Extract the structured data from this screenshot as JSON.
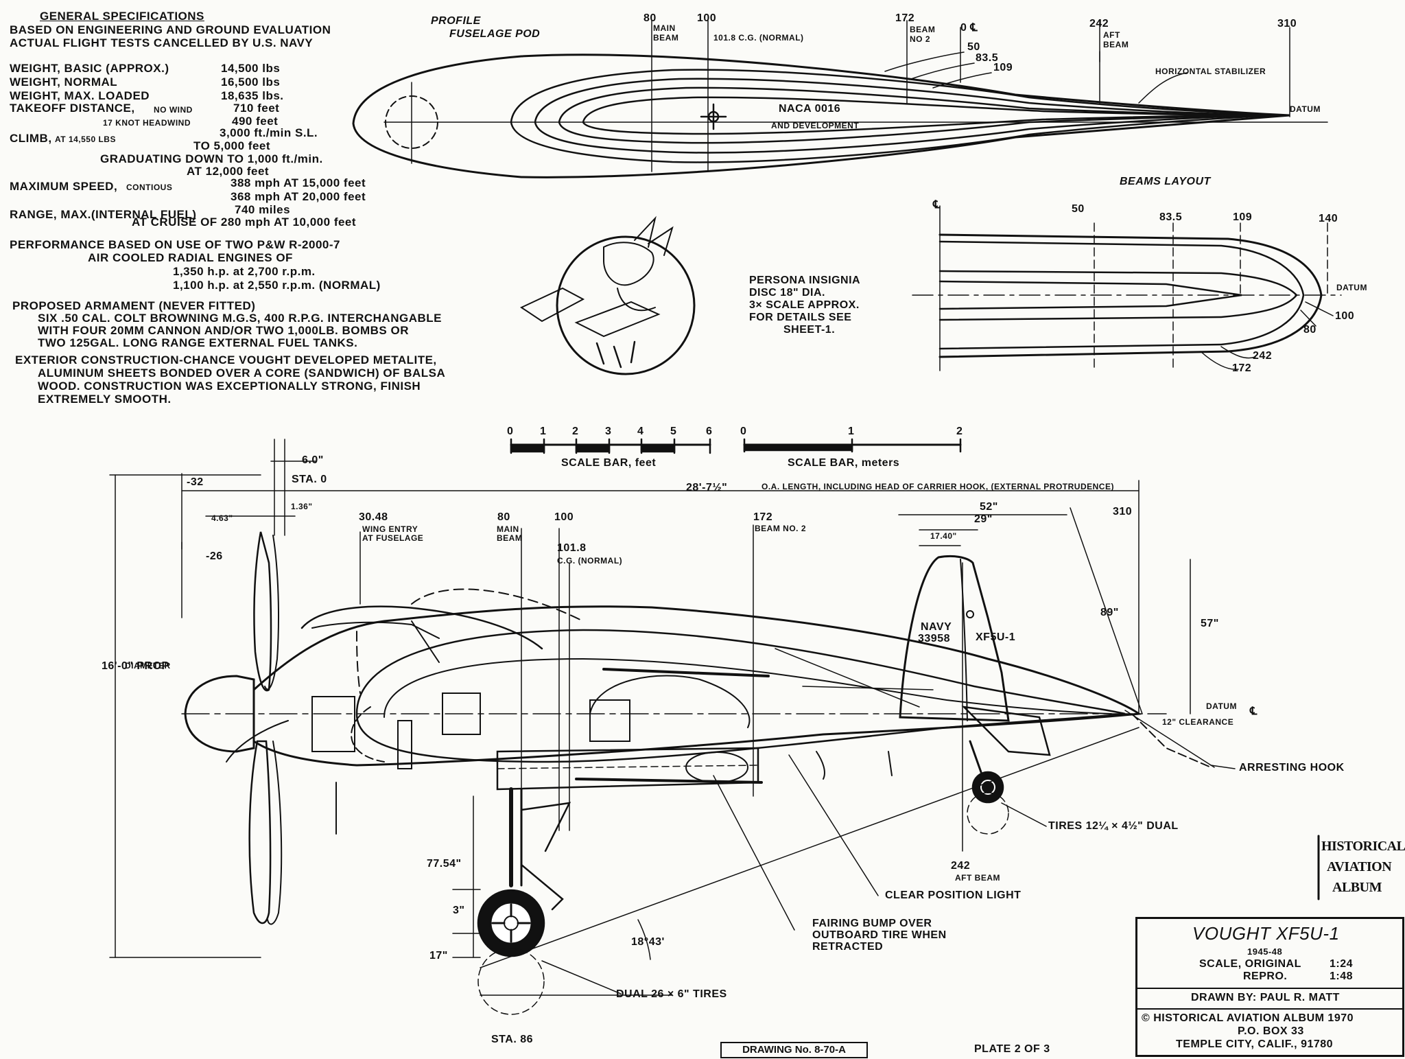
{
  "specs": {
    "heading": "GENERAL SPECIFICATIONS",
    "intro": [
      "BASED ON ENGINEERING AND GROUND EVALUATION",
      "ACTUAL FLIGHT TESTS CANCELLED BY U.S. NAVY"
    ],
    "weight_basic": {
      "label": "WEIGHT, BASIC (Approx.)",
      "value": "14,500 lbs"
    },
    "weight_normal": {
      "label": "WEIGHT, NORMAL",
      "value": "16,500 lbs"
    },
    "weight_max": {
      "label": "WEIGHT, MAX. LOADED",
      "value": "18,635 lbs."
    },
    "takeoff": {
      "label": "TAKEOFF DISTANCE,",
      "note": "NO WIND",
      "value": "710 feet"
    },
    "takeoff_headwind": {
      "note": "17 KNOT HEADWIND",
      "value": "490 feet"
    },
    "climb": {
      "label": "CLIMB,",
      "note": "AT 14,550 lbs",
      "value": "3,000 ft./min S.L."
    },
    "climb_lines": [
      "TO 5,000 feet",
      "GRADUATING DOWN TO 1,000 ft./min.",
      "AT 12,000 feet"
    ],
    "max_speed": {
      "label": "MAXIMUM SPEED,",
      "note": "CONTIOUS",
      "values": [
        "388 mph AT 15,000 feet",
        "368 mph AT 20,000 feet"
      ]
    },
    "range": {
      "label": "RANGE, MAX.(INTERNAL FUEL)",
      "value": "740 miles",
      "line2": "AT CRUISE OF 280 mph AT 10,000 feet"
    },
    "performance": [
      "PERFORMANCE BASED ON USE OF TWO P&W R-2000-7",
      "AIR COOLED RADIAL ENGINES OF",
      "1,350 h.p. at 2,700 r.p.m.",
      "1,100 h.p. at 2,550 r.p.m. (NORMAL)"
    ],
    "armament": [
      "PROPOSED ARMAMENT (NEVER FITTED)",
      "SIX .50 CAL. COLT BROWNING M.G.s, 400 R.P.G. INTERCHANGABLE",
      "WITH FOUR 20mm CANNON AND/OR TWO 1,000lb. BOMBS OR",
      "TWO 125gal. LONG RANGE EXTERNAL FUEL TANKS."
    ],
    "exterior": [
      "EXTERIOR CONSTRUCTION-CHANCE VOUGHT DEVELOPED METALITE,",
      "ALUMINUM SHEETS BONDED OVER A CORE (SANDWICH) OF BALSA",
      "WOOD. CONSTRUCTION WAS EXCEPTIONALLY STRONG, FINISH",
      "EXTREMELY SMOOTH."
    ]
  },
  "profile": {
    "title": [
      "PROFILE",
      "FUSELAGE POD"
    ],
    "stations": [
      "80",
      "100",
      "172",
      "242",
      "310"
    ],
    "main_beam": [
      "MAIN",
      "BEAM"
    ],
    "cg": "101.8 C.G. (NORMAL)",
    "beam2": [
      "BEAM",
      "No 2"
    ],
    "aft_beam": [
      "AFT",
      "BEAM"
    ],
    "centerline": "0 ℄",
    "contours": [
      "50",
      "83.5",
      "109"
    ],
    "horiz_stab": "HORIZONTAL STABILIZER",
    "naca": "NACA 0016",
    "naca2": "AND DEVELOPMENT",
    "datum": "DATUM"
  },
  "beams": {
    "title": "BEAMS LAYOUT",
    "cl": "℄",
    "top_labels": [
      "50",
      "83.5",
      "109",
      "140"
    ],
    "datum": "DATUM",
    "right_labels": [
      "100",
      "80"
    ],
    "bottom_labels": [
      "242",
      "172"
    ]
  },
  "insignia": {
    "lines": [
      "PERSONA INSIGNIA",
      "DISC 18\" DIA.",
      "3× SCALE APPROX.",
      "FOR DETAILS SEE",
      "SHEET-1."
    ]
  },
  "scale_feet": {
    "ticks": [
      "0",
      "1",
      "2",
      "3",
      "4",
      "5",
      "6"
    ],
    "label": "SCALE BAR, feet"
  },
  "scale_m": {
    "ticks": [
      "0",
      "1",
      "2"
    ],
    "label": "SCALE BAR, meters"
  },
  "side": {
    "d_60": "6.0\"",
    "sta0": "STA. 0",
    "m32": "-32",
    "d_463": "4.63\"",
    "d_136": "1.36\"",
    "m26": "-26",
    "length": "28'-7½\"",
    "length_note": "O.A. LENGTH, INCLUDING HEAD OF CARRIER HOOK, (EXTERNAL PROTRUDENCE)",
    "wing_entry": "30.48",
    "wing_entry_note": [
      "WING ENTRY",
      "AT FUSELAGE"
    ],
    "s80": "80",
    "s80_note": [
      "MAIN",
      "BEAM"
    ],
    "s100": "100",
    "s1018": "101.8",
    "cg_note": "C.G. (NORMAL)",
    "s172": "172",
    "beam2_note": "BEAM No. 2",
    "d52": "52\"",
    "d29": "29\"",
    "d1740": "17.40\"",
    "s310": "310",
    "prop": "16'-0\" PROP",
    "prop2": "DIAMETER",
    "navy": "NAVY",
    "serial": "33958",
    "model_tail": "XF5U-1",
    "d89": "89\"",
    "d57": "57\"",
    "datum": "DATUM",
    "cl": "℄",
    "clearance": "12\" CLEARANCE",
    "hook": "ARRESTING HOOK",
    "tires_tail": "TIRES 12¼ × 4½\" DUAL",
    "d7754": "77.54\"",
    "s242": "242",
    "aft_beam": "AFT BEAM",
    "light": "CLEAR POSITION LIGHT",
    "fairing": [
      "FAIRING BUMP OVER",
      "OUTBOARD TIRE WHEN",
      "RETRACTED"
    ],
    "d3": "3\"",
    "d17": "17\"",
    "angle": "18°43'",
    "main_tires": "DUAL 26 × 6\" TIRES",
    "sta86": "STA. 86"
  },
  "stamp": {
    "lines": [
      "HISTORICAL",
      "AVIATION",
      "ALBUM"
    ]
  },
  "title_block": {
    "model": "VOUGHT XF5U-1",
    "years": "1945-48",
    "scale_label": "SCALE, ORIGINAL",
    "scale_orig": "1:24",
    "repro_label": "REPRO.",
    "scale_repro": "1:48",
    "drawn": "DRAWN BY: PAUL R. MATT",
    "copyright": "© HISTORICAL AVIATION ALBUM 1970",
    "box": "P.O. BOX 33",
    "city": "TEMPLE CITY, CALIF., 91780"
  },
  "footer": {
    "drawing_no": "DRAWING No. 8-70-A",
    "plate": "PLATE 2 of 3"
  }
}
